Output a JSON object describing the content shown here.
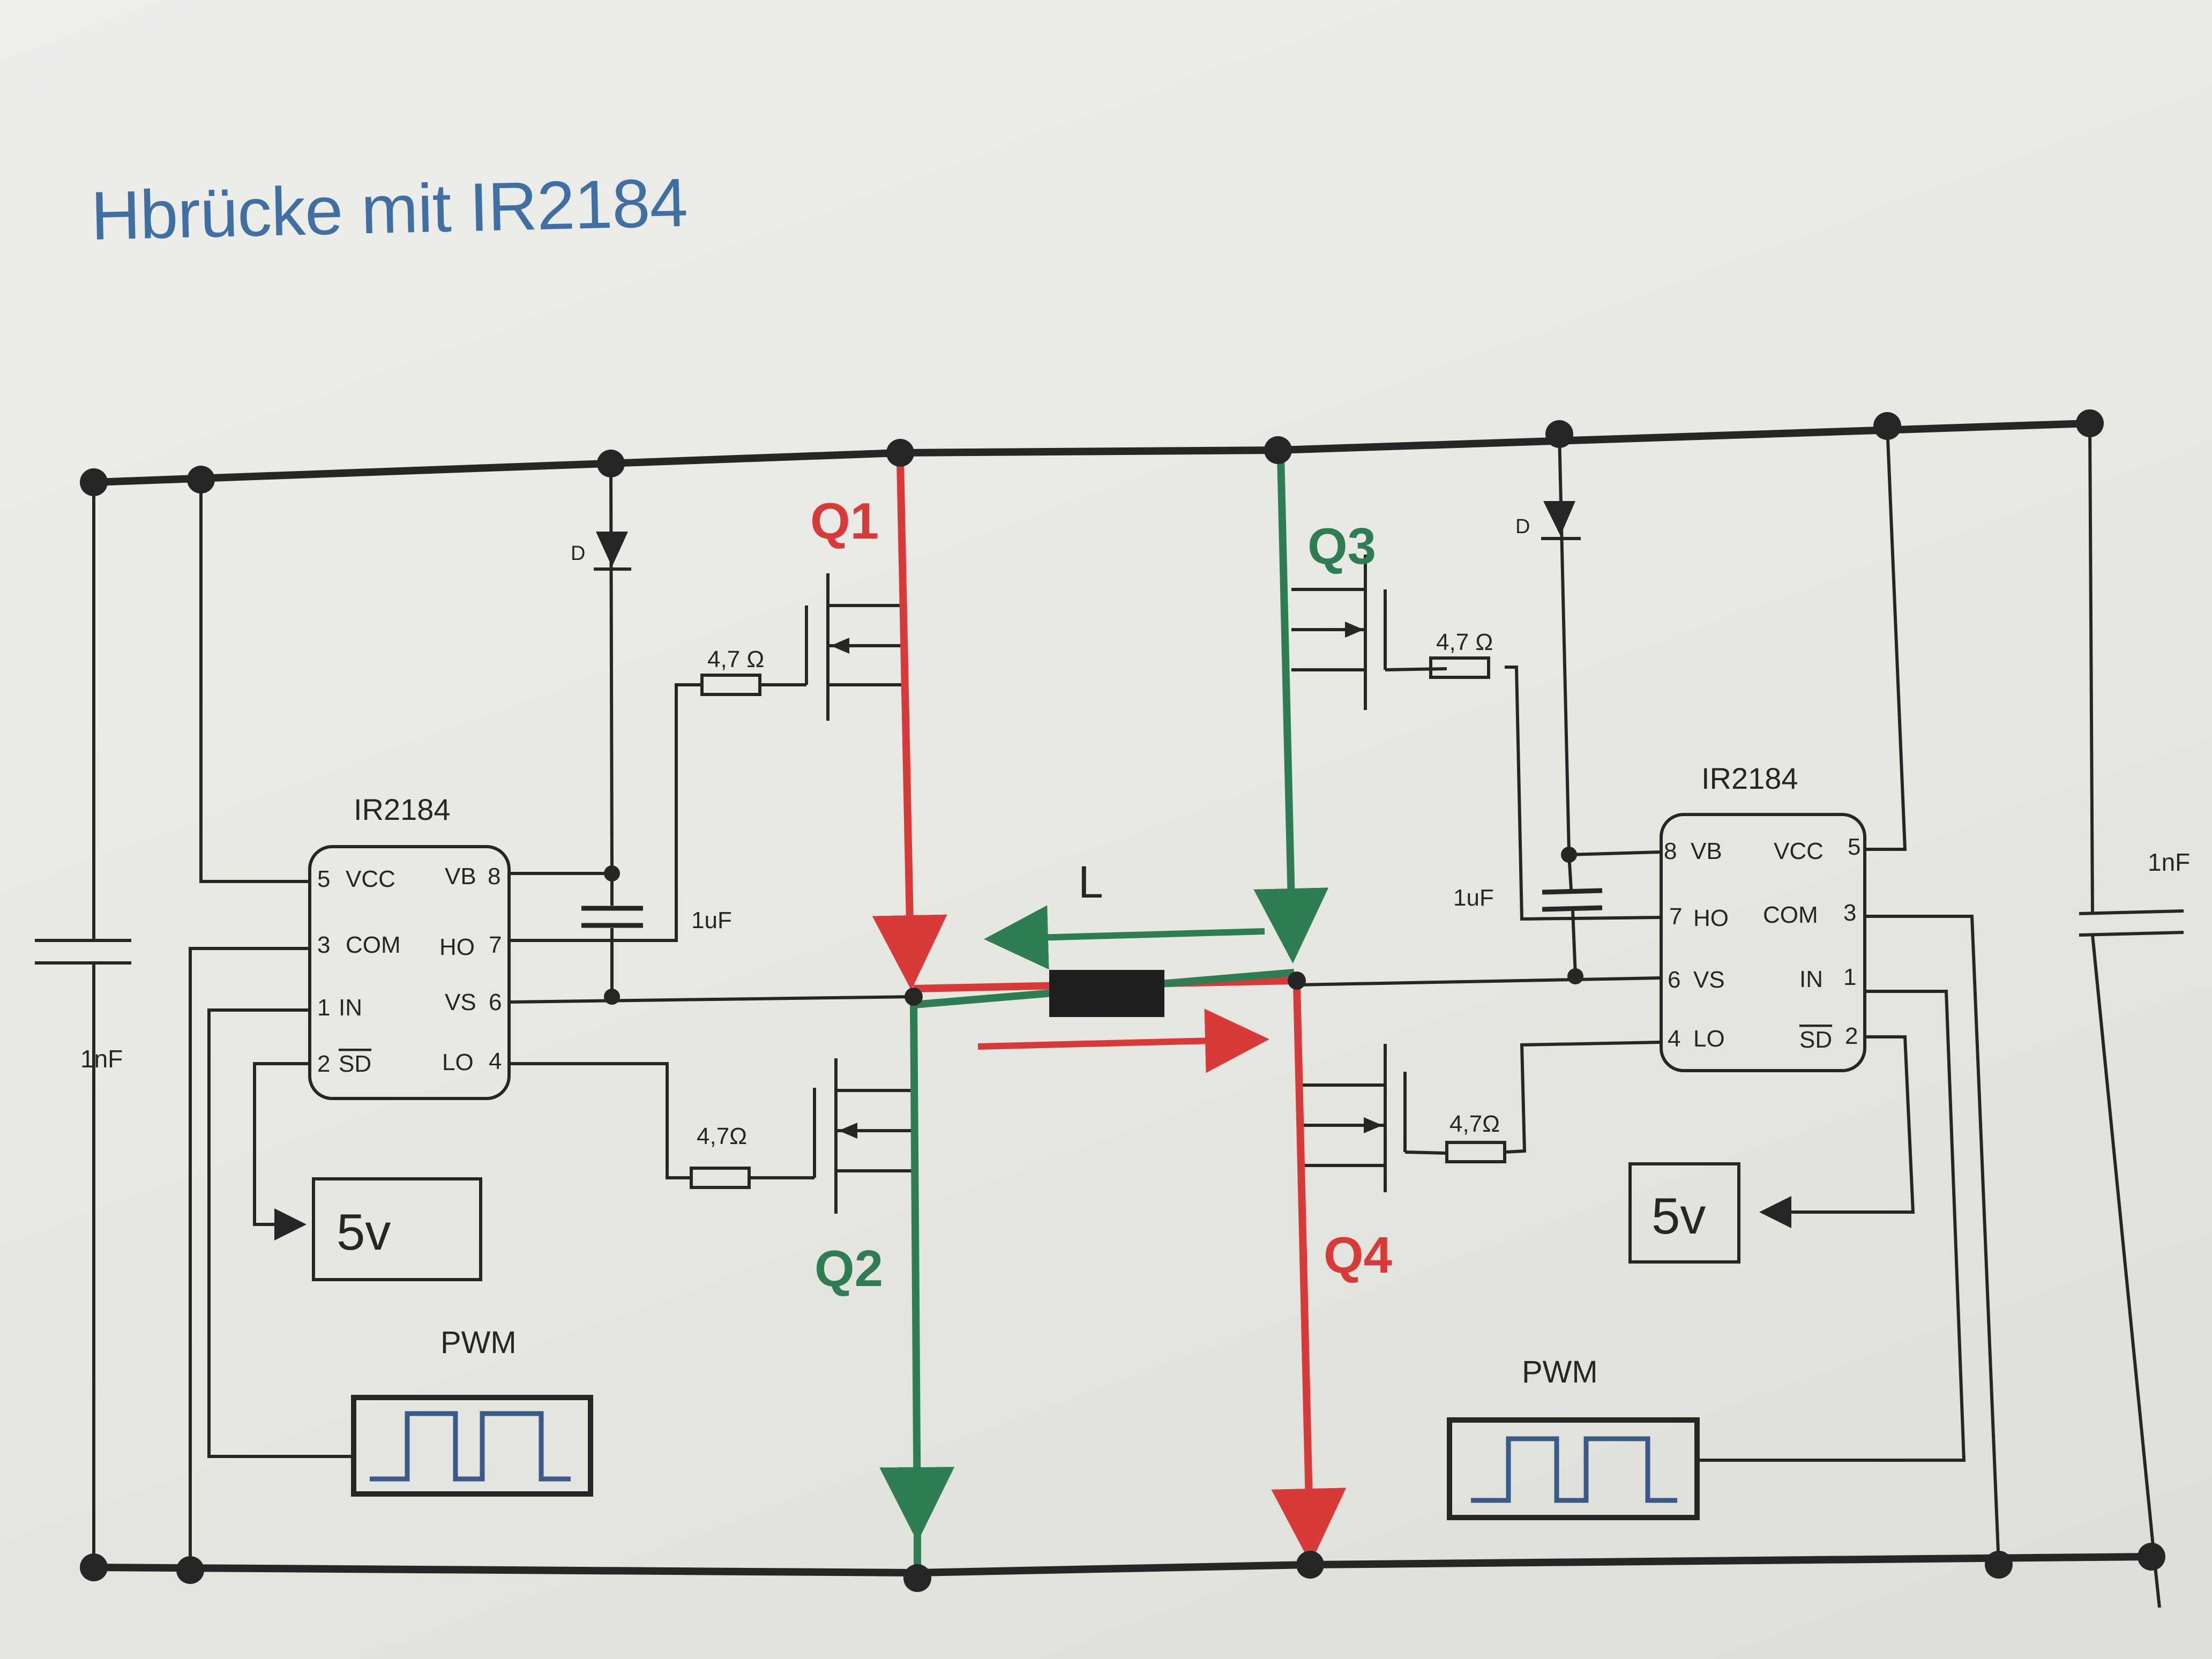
{
  "title": "Hbrücke mit IR2184",
  "transistors": {
    "q1": "Q1",
    "q2": "Q2",
    "q3": "Q3",
    "q4": "Q4"
  },
  "inductor_label": "L",
  "left_driver": {
    "name": "IR2184",
    "pins_left": [
      {
        "num": "5",
        "name": "VCC"
      },
      {
        "num": "3",
        "name": "COM"
      },
      {
        "num": "1",
        "name": "IN"
      },
      {
        "num": "2",
        "name": "SD"
      }
    ],
    "pins_right": [
      {
        "num": "8",
        "name": "VB"
      },
      {
        "num": "7",
        "name": "HO"
      },
      {
        "num": "6",
        "name": "VS"
      },
      {
        "num": "4",
        "name": "LO"
      }
    ],
    "diode": "D",
    "capacitor": "1uF",
    "gate_res_high": "4,7 Ω",
    "gate_res_low": "4,7Ω",
    "supply": "5v",
    "signal": "PWM",
    "bulk_cap": "1nF"
  },
  "right_driver": {
    "name": "IR2184",
    "pins_left": [
      {
        "num": "8",
        "name": "VB"
      },
      {
        "num": "7",
        "name": "HO"
      },
      {
        "num": "6",
        "name": "VS"
      },
      {
        "num": "4",
        "name": "LO"
      }
    ],
    "pins_right": [
      {
        "num": "5",
        "name": "VCC"
      },
      {
        "num": "3",
        "name": "COM"
      },
      {
        "num": "1",
        "name": "IN"
      },
      {
        "num": "2",
        "name": "SD"
      }
    ],
    "diode": "D",
    "capacitor": "1uF",
    "gate_res_high": "4,7 Ω",
    "gate_res_low": "4,7Ω",
    "supply": "5v",
    "signal": "PWM",
    "bulk_cap": "1nF"
  },
  "colors": {
    "wire": "#262626",
    "red_path": "#d83a3a",
    "green_path": "#2f7d52",
    "title": "#3f6fa3",
    "pwm_wave": "#3a5a8a"
  }
}
